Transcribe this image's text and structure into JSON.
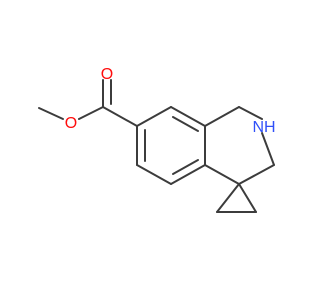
{
  "molecule": {
    "atoms": [
      {
        "id": "o-carbonyl",
        "label": "O",
        "color": "#ff0d0d"
      },
      {
        "id": "o-ether",
        "label": "O",
        "color": "#ff0d0d"
      },
      {
        "id": "n-amine",
        "label": "NH",
        "color": "#3050f8"
      }
    ],
    "bond_color": "#3c3c3c"
  }
}
